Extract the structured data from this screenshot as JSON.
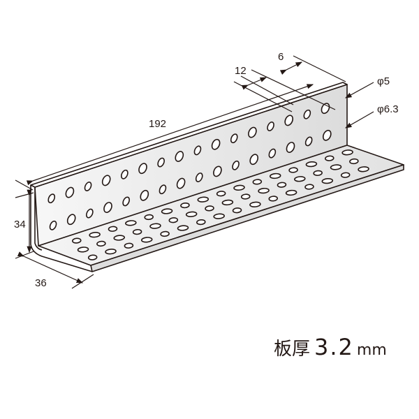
{
  "dimensions": {
    "length": "192",
    "pitch": "12",
    "edge_offset": "6",
    "small_hole": "φ5",
    "large_hole": "φ6.3",
    "height": "34",
    "width": "36"
  },
  "thickness": {
    "label": "板厚",
    "value": "3.2",
    "unit": "mm"
  },
  "colors": {
    "line": "#231815",
    "face": "#efefef",
    "edge": "#d8d8d8"
  }
}
